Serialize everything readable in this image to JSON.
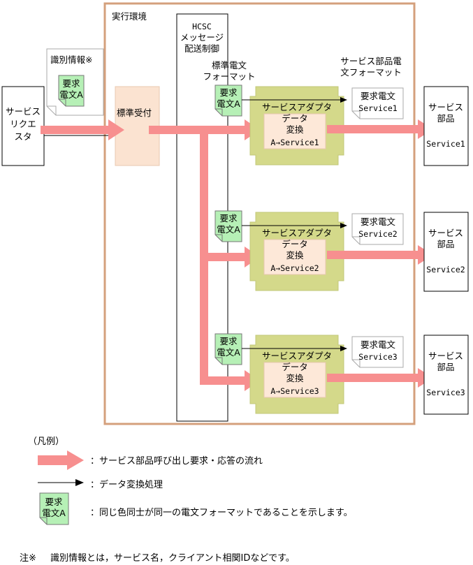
{
  "colors": {
    "flow_arrow": "#f78f8f",
    "runtime_border": "#d4a07c",
    "adapter_fill": "#d4d98a",
    "conversion_fill": "#fde8d8",
    "reception_fill": "#fbe3d1",
    "message_fill": "#b6f0b6"
  },
  "requester": {
    "label": [
      "サービス",
      "リクエ",
      "スタ"
    ]
  },
  "identification": {
    "label": "識別情報※"
  },
  "message": {
    "label": [
      "要求",
      "電文A"
    ]
  },
  "runtime": {
    "label": "実行環境"
  },
  "reception": {
    "label": "標準受付"
  },
  "hcsc": {
    "label": [
      "HCSC",
      "メッセージ",
      "配送制御"
    ]
  },
  "standard_format": {
    "label": [
      "標準電文",
      "フォーマット"
    ]
  },
  "service_format": {
    "label": [
      "サービス部品電",
      "文フォーマット"
    ]
  },
  "adapters": [
    {
      "title": "サービスアダプタ",
      "conv": [
        "データ",
        "変換",
        "A→Service1"
      ],
      "req": [
        "要求電文",
        "Service1"
      ],
      "part": [
        "サービス",
        "部品",
        "Service1"
      ]
    },
    {
      "title": "サービスアダプタ",
      "conv": [
        "データ",
        "変換",
        "A→Service2"
      ],
      "req": [
        "要求電文",
        "Service2"
      ],
      "part": [
        "サービス",
        "部品",
        "Service2"
      ]
    },
    {
      "title": "サービスアダプタ",
      "conv": [
        "データ",
        "変換",
        "A→Service3"
      ],
      "req": [
        "要求電文",
        "Service3"
      ],
      "part": [
        "サービス",
        "部品",
        "Service3"
      ]
    }
  ],
  "legend": {
    "title": "（凡例）",
    "flow": "：サービス部品呼び出し要求・応答の流れ",
    "conversion": "：データ変換処理",
    "color_note": "：同じ色同士が同一の電文フォーマットであることを示します。"
  },
  "note": {
    "mark": "注※",
    "text": "識別情報とは，サービス名，クライアント相関IDなどです。"
  }
}
